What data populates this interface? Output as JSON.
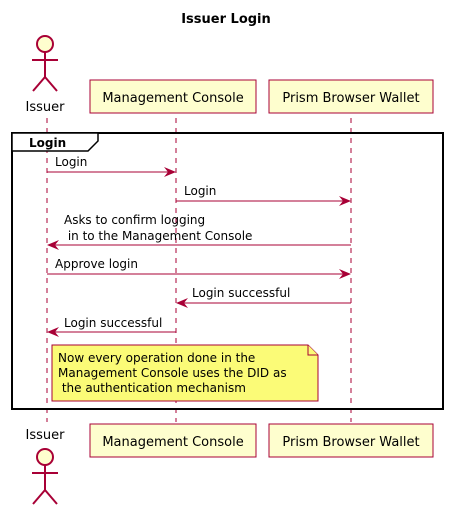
{
  "title": "Issuer Login",
  "participants": {
    "issuer": "Issuer",
    "console": "Management Console",
    "wallet": "Prism Browser Wallet"
  },
  "frame": {
    "label": "Login"
  },
  "messages": [
    {
      "from": "issuer",
      "to": "console",
      "lines": [
        "Login"
      ]
    },
    {
      "from": "console",
      "to": "wallet",
      "lines": [
        "Login"
      ]
    },
    {
      "from": "wallet",
      "to": "issuer",
      "lines": [
        "Asks to confirm logging",
        " in to the Management Console"
      ]
    },
    {
      "from": "issuer",
      "to": "wallet",
      "lines": [
        "Approve login"
      ]
    },
    {
      "from": "wallet",
      "to": "console",
      "lines": [
        "Login successful"
      ]
    },
    {
      "from": "console",
      "to": "issuer",
      "lines": [
        "Login successful"
      ]
    }
  ],
  "note": {
    "lines": [
      "Now every operation done in the",
      "Management Console uses the DID as",
      " the authentication mechanism"
    ]
  },
  "colors": {
    "actor_fill": "#FEFECE",
    "actor_stroke": "#A80036",
    "lifeline": "#A80036",
    "arrow": "#A80036",
    "note_fill": "#FBFB77",
    "frame_stroke": "#000000"
  }
}
